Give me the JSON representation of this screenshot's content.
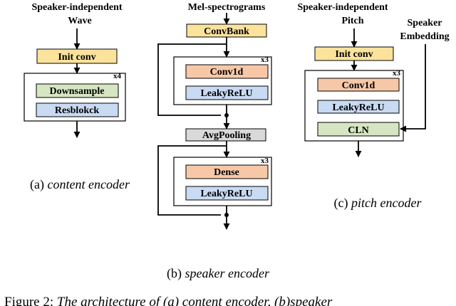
{
  "content_encoder": {
    "input_line1": "Speaker-independent",
    "input_line2": "Wave",
    "init": "Init conv",
    "repeat": "x4",
    "block1": "Downsample",
    "block2": "Resblokck",
    "caption_prefix": "(a) ",
    "caption_italic": "content encoder"
  },
  "speaker_encoder": {
    "input": "Mel-spectrograms",
    "convbank": "ConvBank",
    "repeat1": "x3",
    "block1": "Conv1d",
    "block2": "LeakyReLU",
    "pool": "AvgPooling",
    "repeat2": "x3",
    "block3": "Dense",
    "block4": "LeakyReLU",
    "caption_prefix": "(b) ",
    "caption_italic": "speaker encoder"
  },
  "pitch_encoder": {
    "input_line1": "Speaker-independent",
    "input_line2": "Pitch",
    "spk_line1": "Speaker",
    "spk_line2": "Embedding",
    "init": "Init conv",
    "repeat": "x3",
    "block1": "Conv1d",
    "block2": "LeakyReLU",
    "block3": "CLN",
    "caption_prefix": "(c) ",
    "caption_italic": "pitch encoder"
  },
  "figure_caption": {
    "prefix": "Figure 2:  ",
    "italic": "The architecture of (a) content encoder, (b)speaker"
  },
  "colors": {
    "yellow": "#FBE39C",
    "green": "#D6E5C2",
    "salmon": "#F7C8A8",
    "blue": "#C9DAF3",
    "gray": "#D9D9D9"
  }
}
